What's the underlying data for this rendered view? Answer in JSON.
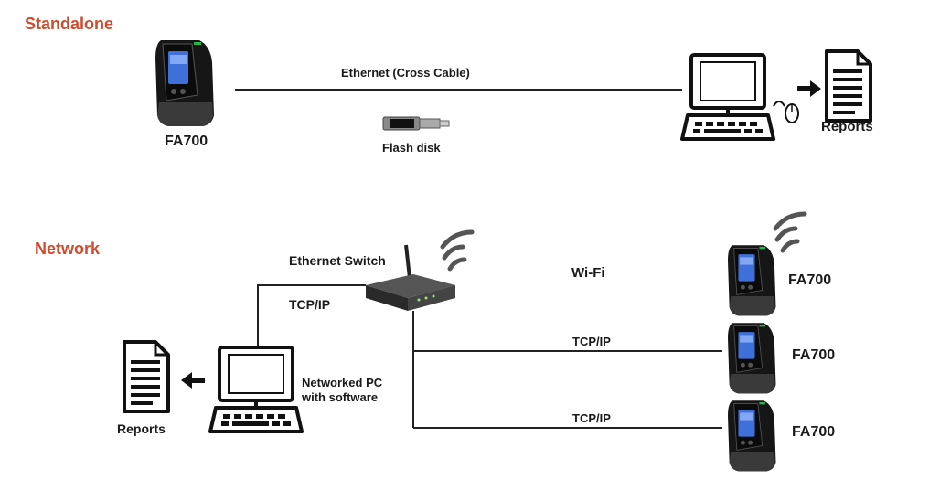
{
  "colors": {
    "section_title": "#d24a2c",
    "line": "#222222",
    "device": "#1a1a1a",
    "screen": "#3f6fd8"
  },
  "standalone": {
    "title": "Standalone",
    "device_label": "FA700",
    "link_label": "Ethernet  (Cross Cable)",
    "flash_label": "Flash disk",
    "reports_label": "Reports"
  },
  "network": {
    "title": "Network",
    "switch_label": "Ethernet Switch",
    "tcpip_pc_label": "TCP/IP",
    "pc_label_line1": "Networked PC",
    "pc_label_line2": "with software",
    "reports_label": "Reports",
    "wifi_label": "Wi-Fi",
    "devices": [
      {
        "label": "FA700"
      },
      {
        "label": "FA700",
        "link_label": "TCP/IP"
      },
      {
        "label": "FA700",
        "link_label": "TCP/IP"
      }
    ]
  }
}
